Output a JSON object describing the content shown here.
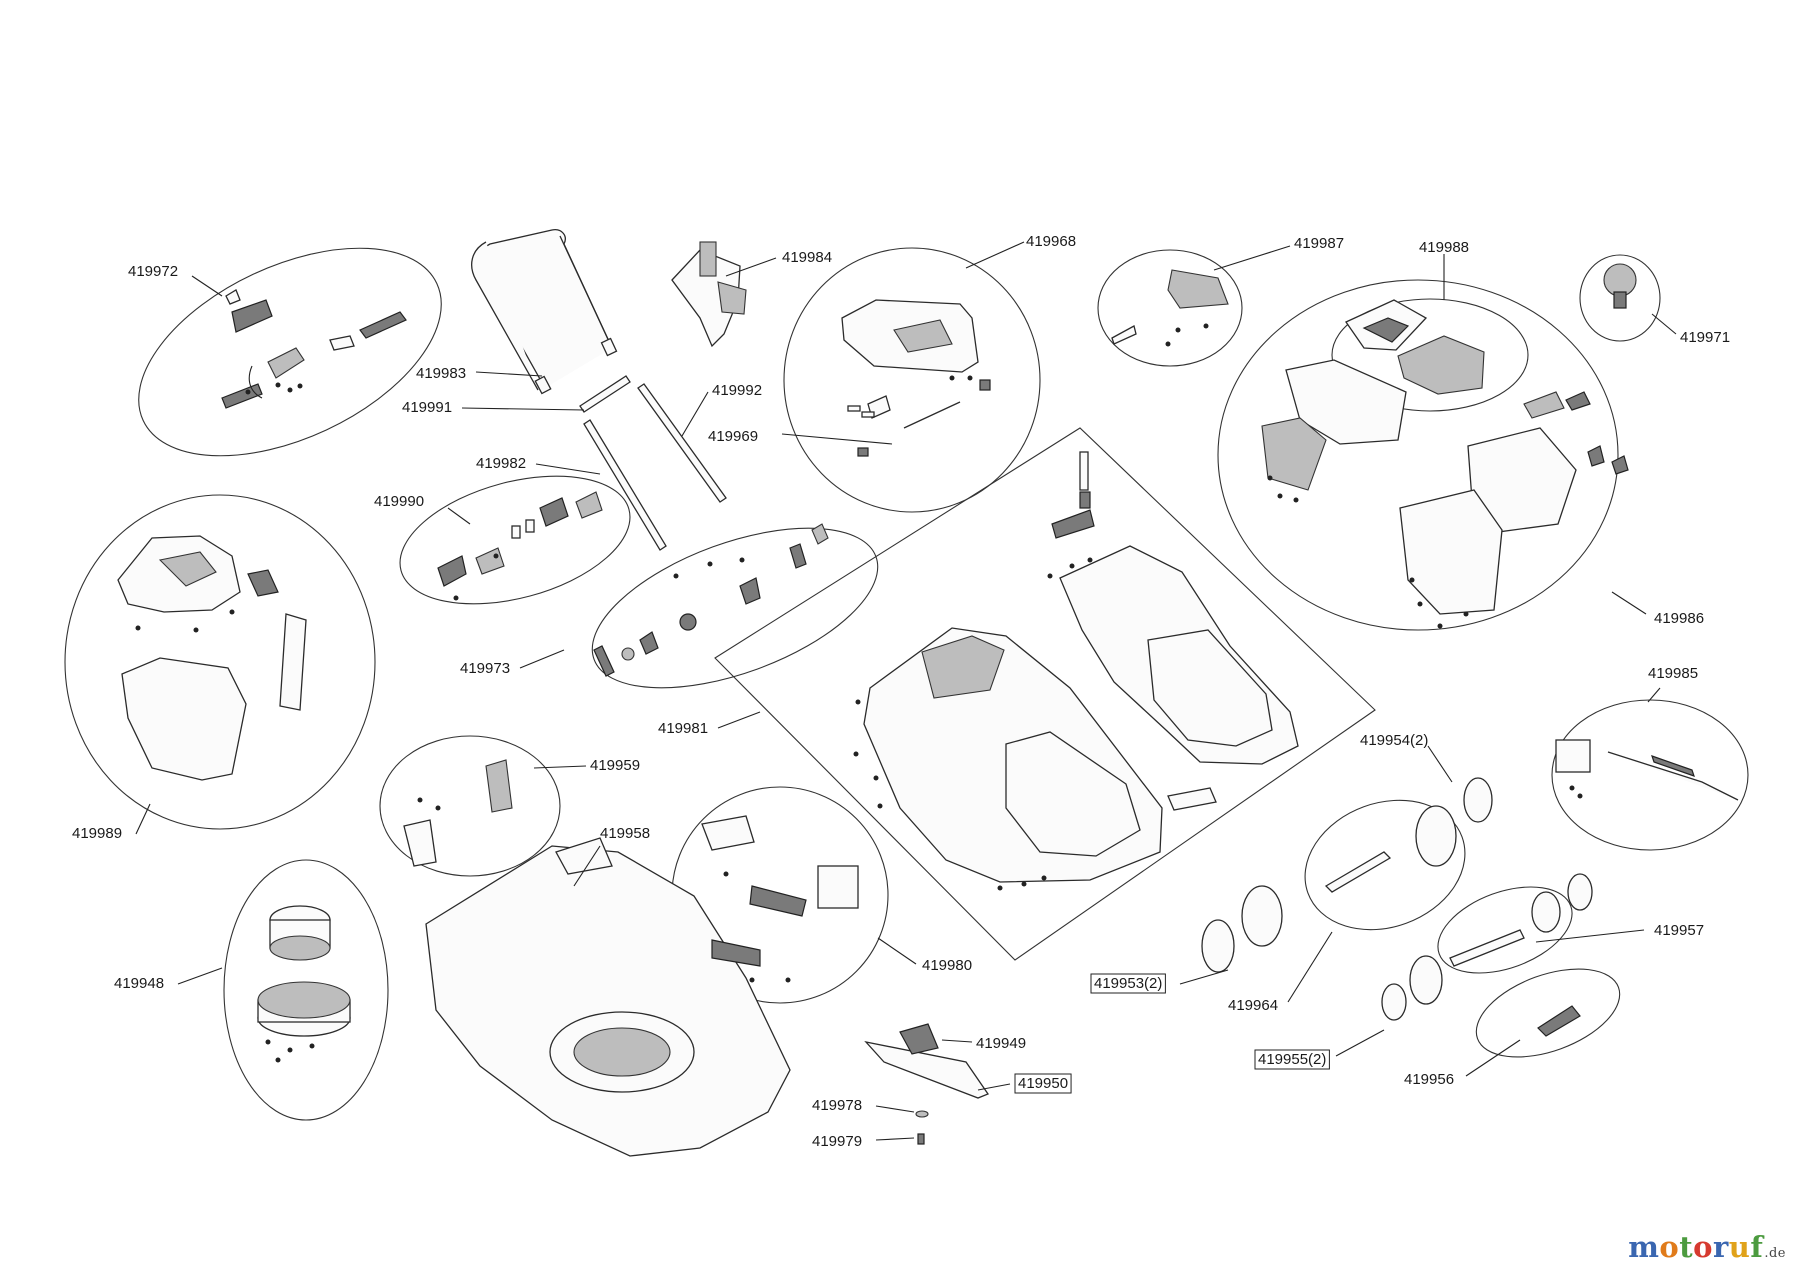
{
  "parts": [
    {
      "number": "419972",
      "boxed": false
    },
    {
      "number": "419983",
      "boxed": false
    },
    {
      "number": "419984",
      "boxed": false
    },
    {
      "number": "419968",
      "boxed": false
    },
    {
      "number": "419987",
      "boxed": false
    },
    {
      "number": "419988",
      "boxed": false
    },
    {
      "number": "419971",
      "boxed": false
    },
    {
      "number": "419991",
      "boxed": false
    },
    {
      "number": "419992",
      "boxed": false
    },
    {
      "number": "419969",
      "boxed": false
    },
    {
      "number": "419982",
      "boxed": false
    },
    {
      "number": "419990",
      "boxed": false
    },
    {
      "number": "419973",
      "boxed": false
    },
    {
      "number": "419981",
      "boxed": false
    },
    {
      "number": "419986",
      "boxed": false
    },
    {
      "number": "419985",
      "boxed": false
    },
    {
      "number": "419989",
      "boxed": false
    },
    {
      "number": "419959",
      "boxed": false
    },
    {
      "number": "419958",
      "boxed": false
    },
    {
      "number": "419954(2)",
      "boxed": false
    },
    {
      "number": "419957",
      "boxed": false
    },
    {
      "number": "419948",
      "boxed": false
    },
    {
      "number": "419980",
      "boxed": false
    },
    {
      "number": "419953(2)",
      "boxed": true
    },
    {
      "number": "419964",
      "boxed": false
    },
    {
      "number": "419949",
      "boxed": false
    },
    {
      "number": "419950",
      "boxed": true
    },
    {
      "number": "419978",
      "boxed": false
    },
    {
      "number": "419979",
      "boxed": false
    },
    {
      "number": "419955(2)",
      "boxed": true
    },
    {
      "number": "419956",
      "boxed": false
    }
  ],
  "watermark": {
    "letters": [
      "m",
      "o",
      "t",
      "o",
      "r",
      "u",
      "f"
    ],
    "letter_colors": [
      "#3a66b0",
      "#e07b1a",
      "#4c9b3f",
      "#d63a2f",
      "#3a66b0",
      "#e0a21a",
      "#4c9b3f"
    ],
    "suffix": ".de"
  }
}
